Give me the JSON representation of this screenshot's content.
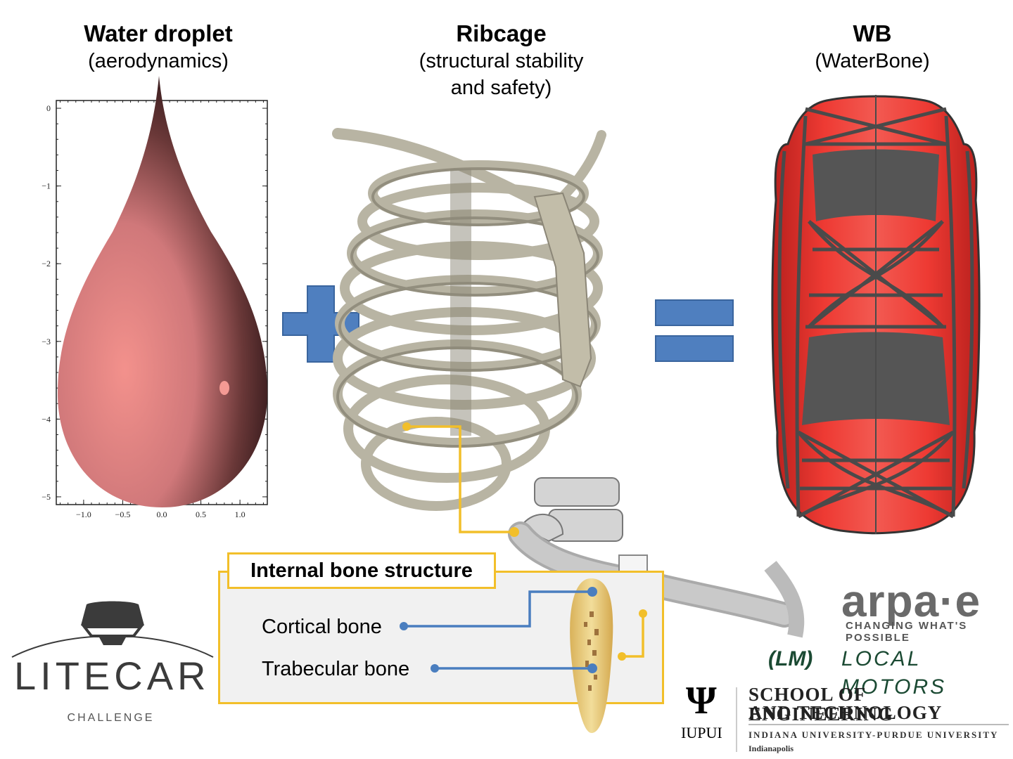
{
  "headers": [
    {
      "title": "Water droplet",
      "subtitle": "(aerodynamics)"
    },
    {
      "title": "Ribcage",
      "subtitle_line1": "(structural stability",
      "subtitle_line2": "and safety)"
    },
    {
      "title": "WB",
      "subtitle": "(WaterBone)"
    }
  ],
  "operators": {
    "plus": "plus-sign",
    "equals": "equals-sign",
    "color": "#4f7fbf"
  },
  "droplet_plot": {
    "x_ticks": [
      "−1.0",
      "−0.5",
      "0.0",
      "0.5",
      "1.0"
    ],
    "y_ticks": [
      "0",
      "−1",
      "−2",
      "−3",
      "−4",
      "−5"
    ],
    "x_range": [
      -1.35,
      1.35
    ],
    "y_range": [
      -5.1,
      0.1
    ],
    "fill_color": "#f08d89"
  },
  "callout": {
    "title": "Internal bone structure",
    "labels": [
      "Cortical bone",
      "Trabecular bone"
    ],
    "accent": "#f2bf2a",
    "leader_color": "#4a7ebf"
  },
  "car": {
    "body_color": "#e8312c",
    "glass_color": "#505050",
    "frame_color": "#4a4a4a"
  },
  "logos": {
    "litecar": {
      "word": "LITECAR",
      "tagline": "CHALLENGE"
    },
    "arpae": {
      "word": "arpa·e",
      "tagline": "CHANGING WHAT'S POSSIBLE"
    },
    "local_motors": {
      "badge": "(LM)",
      "word": "LOCAL MOTORS"
    },
    "iupui": {
      "mark": "Ψ",
      "abbr": "IUPUI",
      "line1": "SCHOOL OF ENGINEERING",
      "line2": "AND TECHNOLOGY",
      "line3": "INDIANA UNIVERSITY-PURDUE UNIVERSITY",
      "line4": "Indianapolis"
    }
  }
}
